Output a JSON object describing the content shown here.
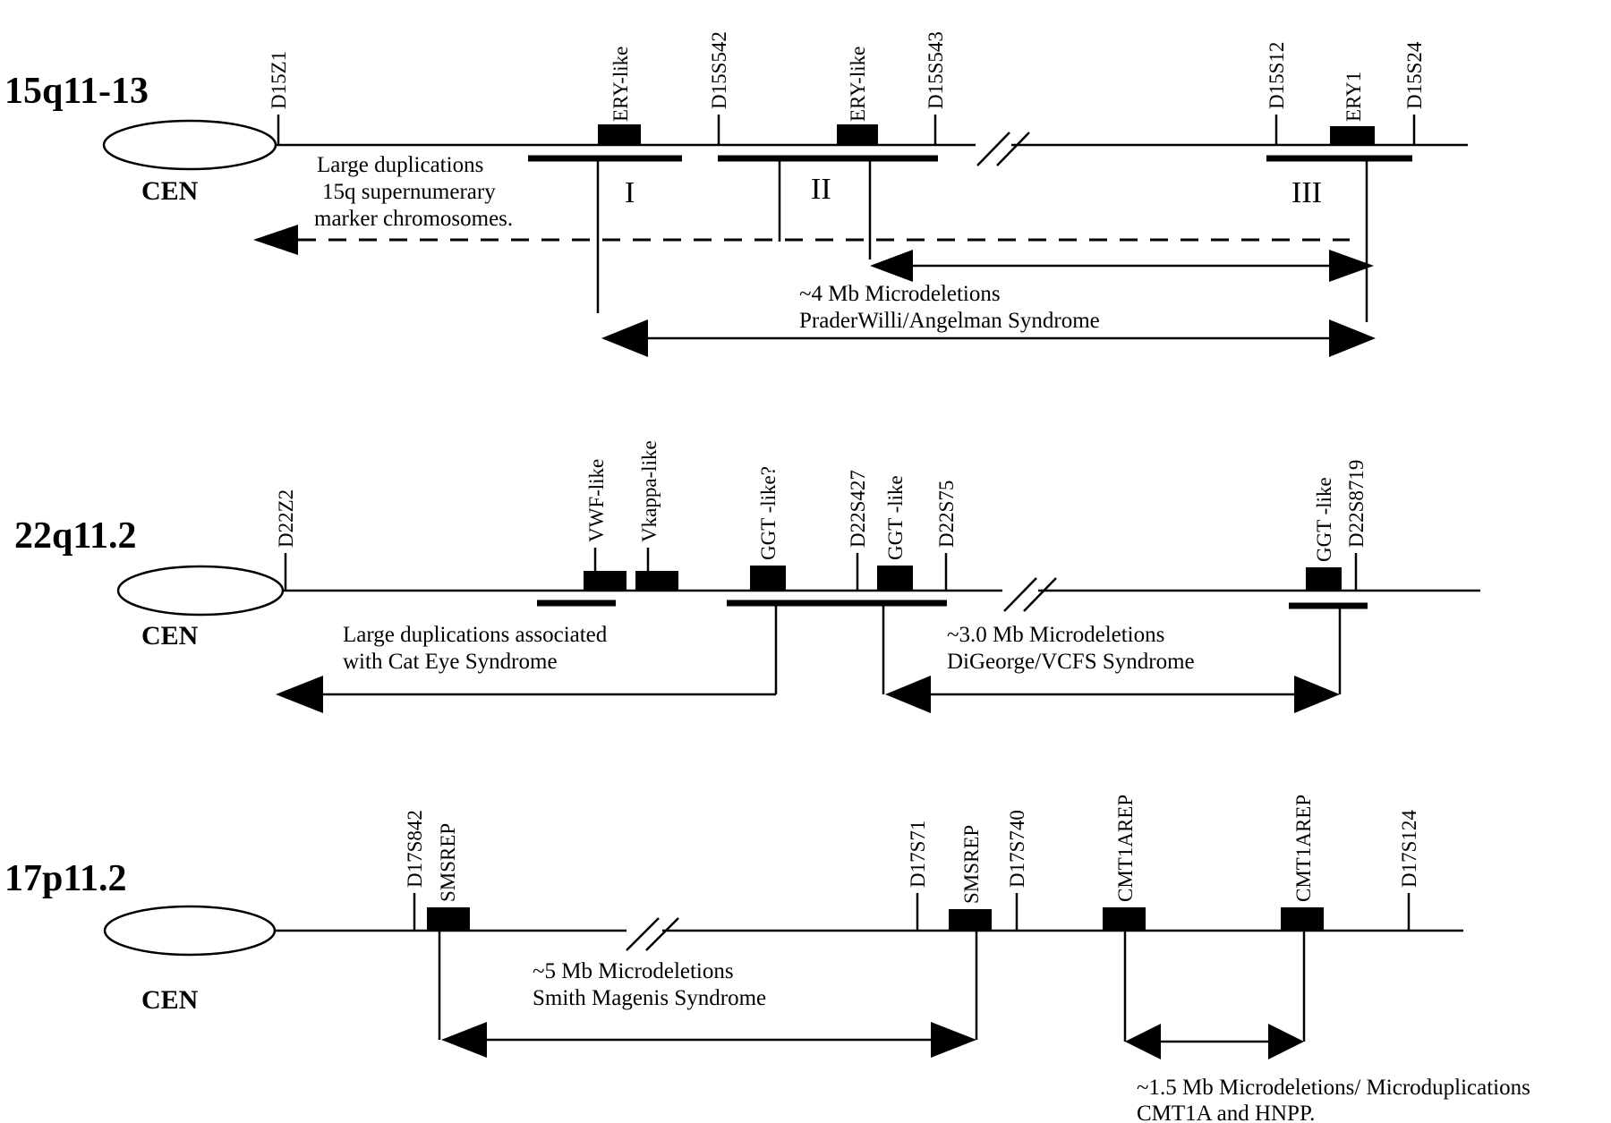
{
  "sections": [
    {
      "title": "15q11-13",
      "cen": "CEN",
      "markers": [
        "D15Z1",
        "ERY-like",
        "D15S542",
        "ERY-like",
        "D15S543",
        "D15S12",
        "ERY1",
        "D15S24"
      ],
      "regions": [
        "I",
        "II",
        "III"
      ],
      "notes": [
        "Large duplications",
        "15q supernumerary",
        "marker  chromosomes.",
        "~4 Mb Microdeletions",
        "PraderWilli/Angelman Syndrome"
      ]
    },
    {
      "title": "22q11.2",
      "cen": "CEN",
      "markers": [
        "D22Z2",
        "VWF-like",
        "Vkappa-like",
        "GGT -like?",
        "D22S427",
        "GGT -like",
        "D22S75",
        "GGT -like",
        "D22S8719"
      ],
      "notes": [
        "Large duplications associated",
        "with Cat Eye Syndrome",
        "~3.0 Mb Microdeletions",
        "DiGeorge/VCFS Syndrome"
      ]
    },
    {
      "title": "17p11.2",
      "cen": "CEN",
      "markers": [
        "D17S842",
        "SMSREP",
        "D17S71",
        "SMSREP",
        "D17S740",
        "CMT1AREP",
        "CMT1AREP",
        "D17S124"
      ],
      "notes": [
        "~5 Mb Microdeletions",
        "Smith Magenis Syndrome",
        "~1.5 Mb Microdeletions/ Microduplications",
        "CMT1A and HNPP."
      ]
    }
  ]
}
